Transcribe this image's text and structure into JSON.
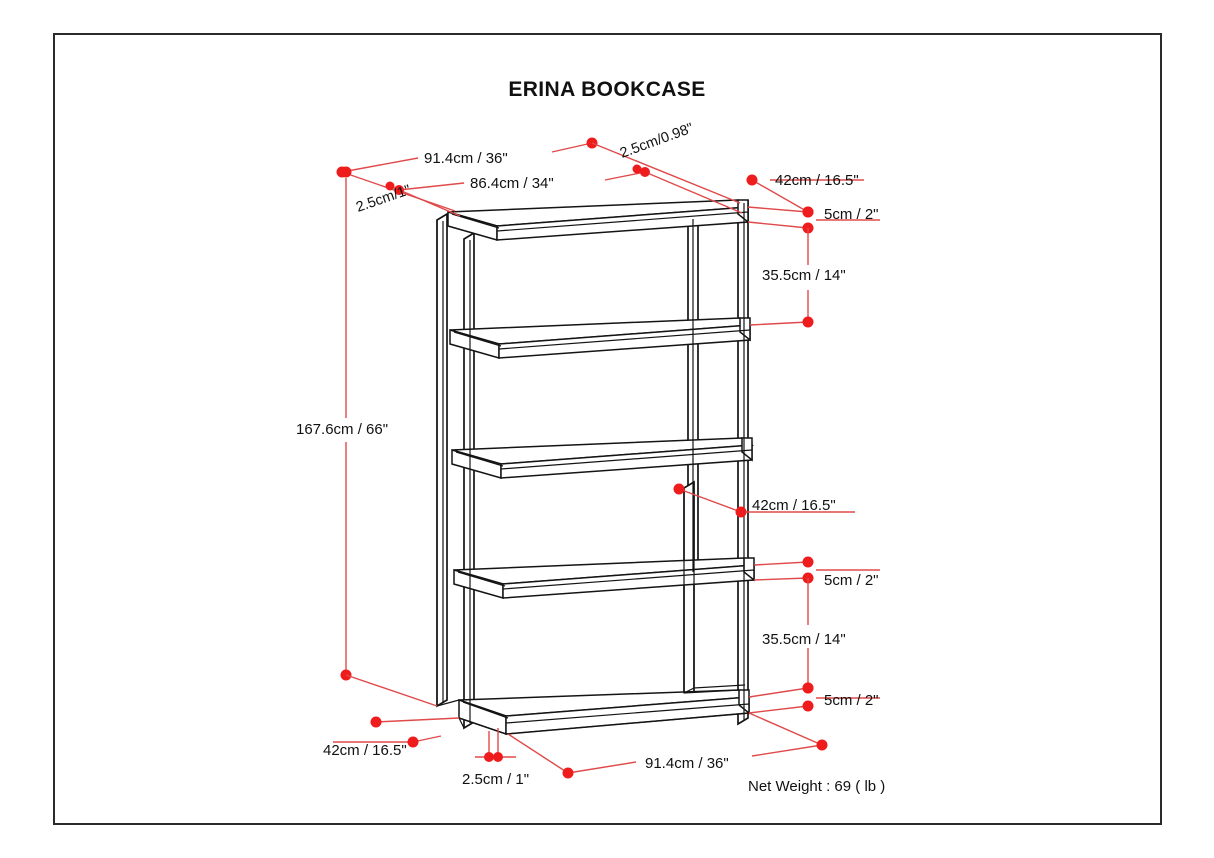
{
  "document": {
    "title": "ERINA BOOKCASE",
    "border_color": "#2b2b2b",
    "background": "#ffffff"
  },
  "colors": {
    "dimension_line": "#e04a4a",
    "dimension_dot": "#ee1c1c",
    "outline": "#141414",
    "text": "#111111"
  },
  "dimensions": {
    "top_depth_outer": "91.4cm / 36\"",
    "top_depth_inner": "86.4cm / 34\"",
    "top_thickness_left": "2.5cm/1\"",
    "top_thickness_right": "2.5cm/0.98\"",
    "top_side_depth": "42cm / 16.5\"",
    "top_shelf_thickness": "5cm / 2\"",
    "shelf_gap_upper": "35.5cm / 14\"",
    "total_height": "167.6cm / 66\"",
    "mid_side_depth": "42cm / 16.5\"",
    "lower_shelf_thickness_upper": "5cm / 2\"",
    "shelf_gap_lower": "35.5cm / 14\"",
    "lower_shelf_thickness_bottom": "5cm / 2\"",
    "bottom_side_depth": "42cm / 16.5\"",
    "bottom_thickness": "2.5cm / 1\"",
    "bottom_width": "91.4cm / 36\""
  },
  "net_weight": {
    "label": "Net Weight : 69 ( lb )"
  }
}
